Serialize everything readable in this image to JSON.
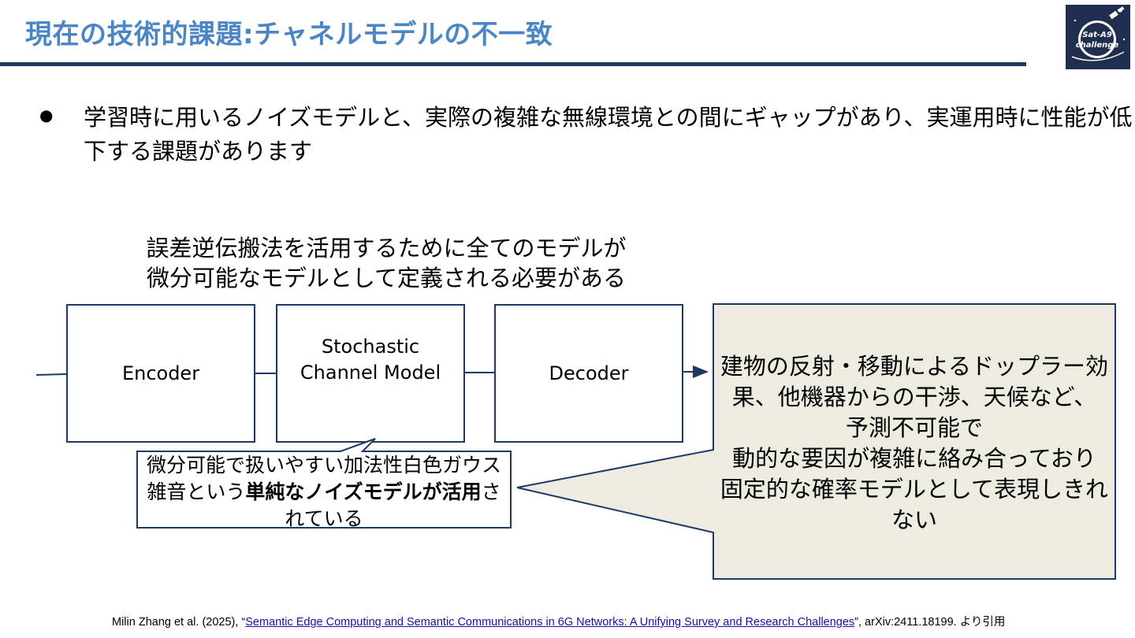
{
  "slide": {
    "title": "現在の技術的課題:チャネルモデルの不一致",
    "bullet_marker": "●",
    "bullet_text": "学習時に用いるノイズモデルと、実際の複雑な無線環境との間にギャップがあり、実運用時に性能が低下する課題があります"
  },
  "diagram": {
    "top_caption_line1": "誤差逆伝搬法を活用するために全てのモデルが",
    "top_caption_line2": "微分可能なモデルとして定義される必要がある",
    "encoder_label": "Encoder",
    "channel_label_line1": "Stochastic",
    "channel_label_line2": "Channel Model",
    "decoder_label": "Decoder",
    "left_callout": {
      "text_plain_1": "微分可能で扱いやすい加法性白色ガウス雑音という",
      "text_bold": "単純なノイズモデルが活用",
      "text_plain_2": "されている"
    },
    "right_callout": {
      "line1": "建物の反射・移動によるドップラー効果、他機器からの干渉、天候など、",
      "line2": "予測不可能で",
      "line3": "動的な要因が複雑に絡み合っており",
      "line4": "固定的な確率モデルとして表現しきれない"
    }
  },
  "footer": {
    "prefix": "Milin Zhang et al. (2025), “",
    "link_text": "Semantic Edge Computing and Semantic Communications in 6G Networks: A Unifying Survey and Research Challenges",
    "suffix": "”, arXiv:2411.18199. より引用"
  },
  "colors": {
    "title": "#4a86c5",
    "rule": "#1c3a64",
    "box_border": "#1c3a64",
    "right_callout_fill": "#eeece1",
    "logo_bg": "#1f2d4e"
  }
}
